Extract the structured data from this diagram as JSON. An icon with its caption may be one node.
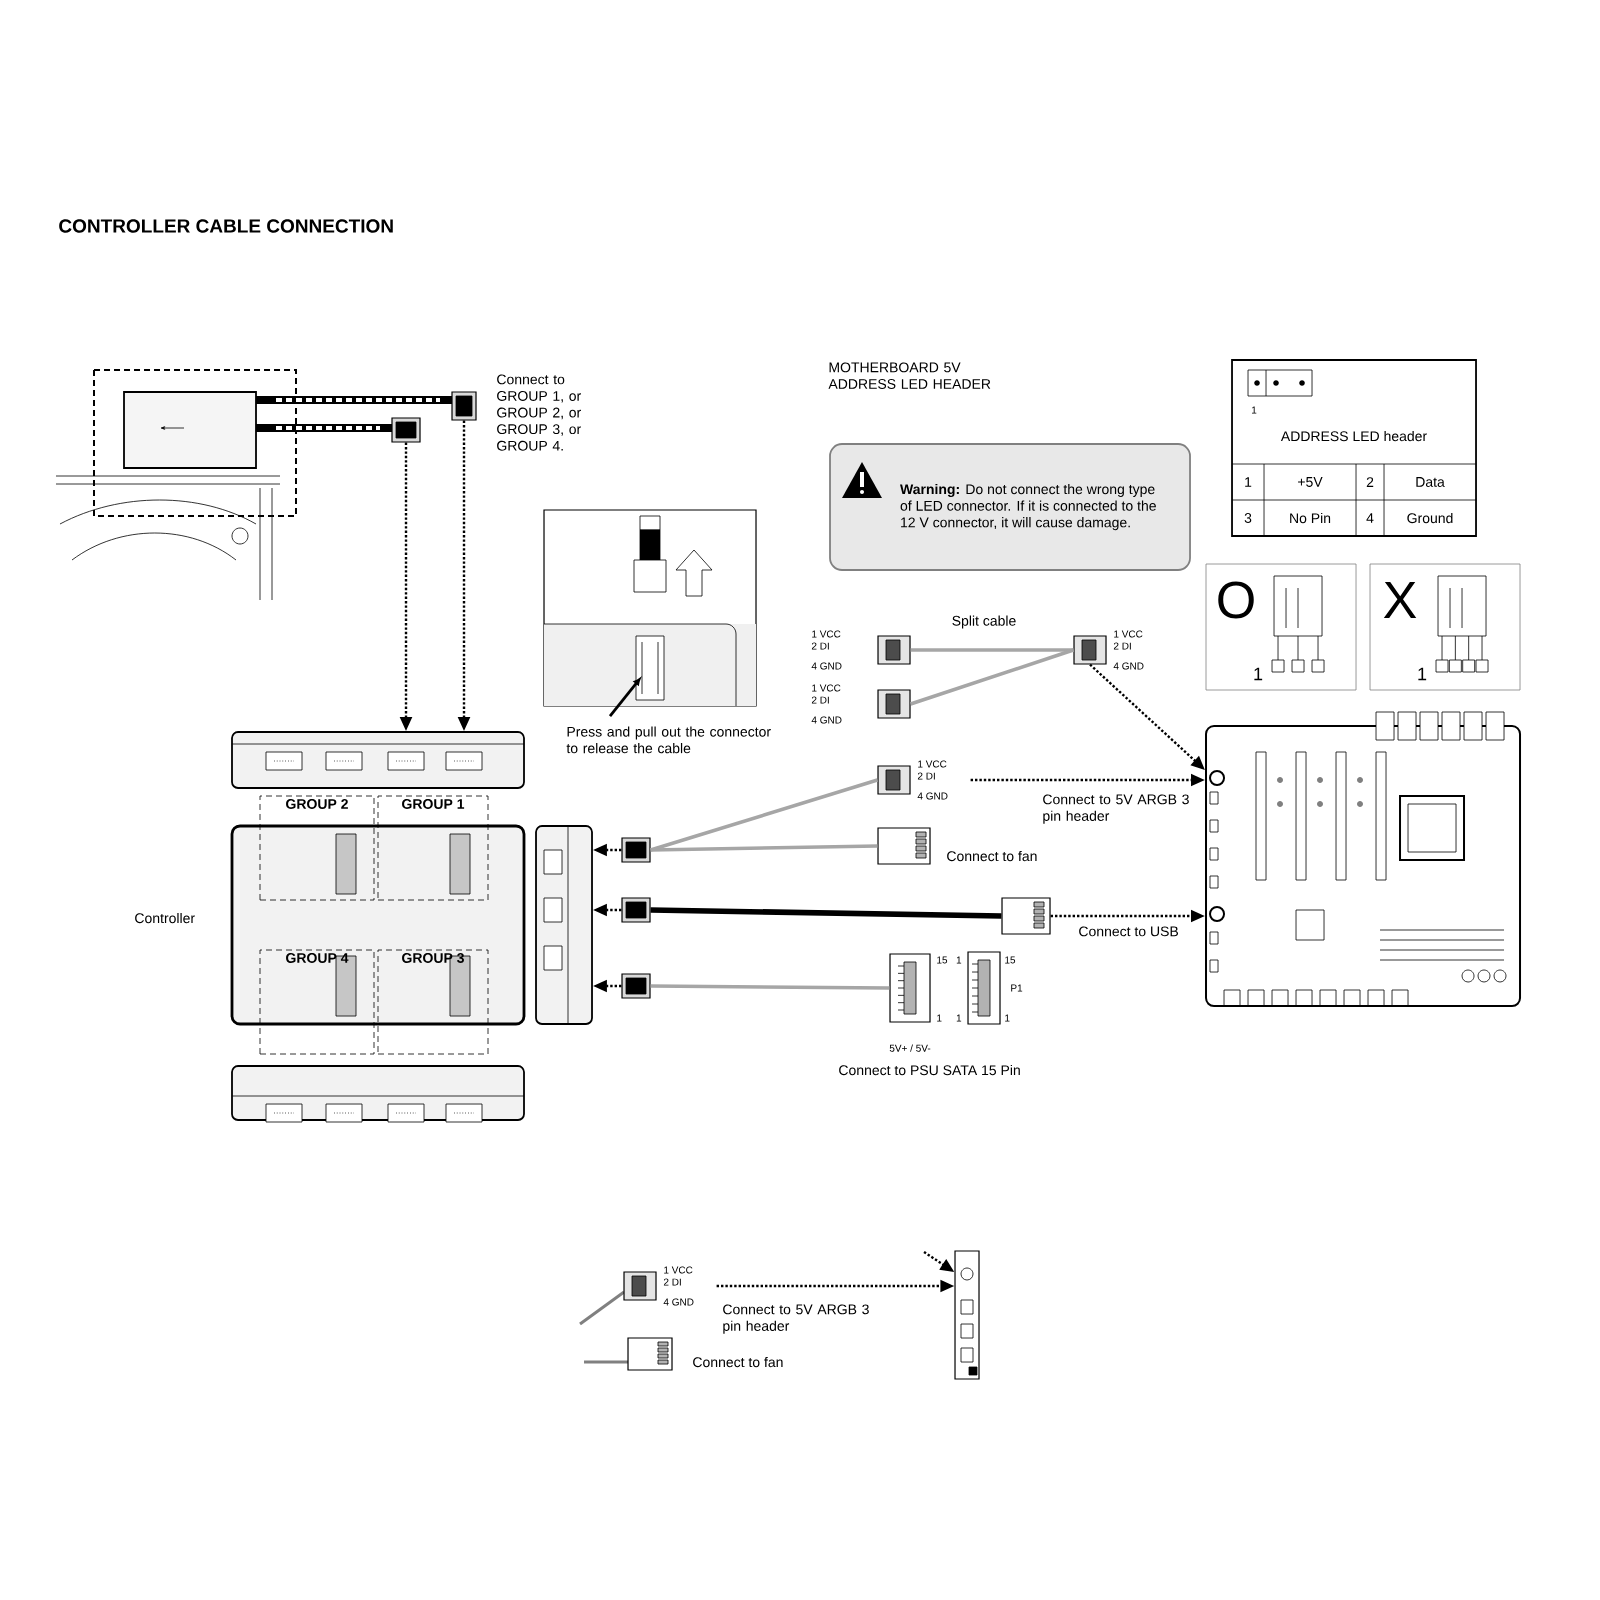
{
  "diagram": {
    "title": "CONTROLLER CABLE CONNECTION",
    "nodes": [
      {
        "text": [],
        "shape": "picture",
        "beside": [
          "Connect to GROUP 1, or GROUP 2, or GROUP 3, or GROUP 4."
        ]
      },
      {
        "text": [],
        "shape": "picture"
      },
      {
        "text": [],
        "shape": "box"
      },
      {
        "text": [],
        "shape": "box",
        "beside": [
          "Controller"
        ]
      },
      {
        "text": [
          "GROUP 2"
        ]
      },
      {
        "text": [
          "GROUP 1"
        ]
      },
      {
        "text": [
          "GROUP 4"
        ]
      },
      {
        "text": [
          "GROUP 3"
        ]
      },
      {
        "text": [],
        "shape": "box"
      },
      {
        "text": [],
        "shape": "box"
      },
      {
        "text": [],
        "shape": "picture"
      },
      {
        "text": [],
        "shape": "picture"
      },
      {
        "text": [],
        "shape": "picture"
      },
      {
        "text": [],
        "shape": "picture",
        "beside": [
          "Press and pull out the connector to release the cable"
        ]
      },
      {
        "text": [
          "**Warning:** Do not connect the wrong type of LED connector. If it is connected to the 12 V connector, it will cause damage."
        ]
      },
      {
        "text": [
          "ADDRESS LED header"
        ]
      },
      {
        "text": [
          "O",
          "1"
        ]
      },
      {
        "text": [
          "X",
          "1"
        ]
      },
      {
        "text": [],
        "shape": "picture",
        "beside": [
          "1 VCC",
          "2 DI",
          "4 GND"
        ]
      },
      {
        "text": [],
        "shape": "picture",
        "beside": [
          "1 VCC",
          "2 DI",
          "4 GND"
        ]
      },
      {
        "text": [],
        "shape": "picture",
        "beside": [
          "1 VCC",
          "2 DI",
          "4 GND"
        ]
      },
      {
        "text": [],
        "shape": "picture",
        "beside": [
          "1 VCC",
          "2 DI",
          "4 GND"
        ]
      },
      {
        "text": [],
        "shape": "picture",
        "beside": [
          "Connect to fan"
        ]
      },
      {
        "text": [],
        "shape": "picture"
      },
      {
        "text": [],
        "shape": "picture",
        "beside": [
          "15",
          "1",
          "5V+ / 5V-"
        ]
      },
      {
        "text": [],
        "shape": "picture",
        "beside": [
          "1",
          "15",
          "1",
          "1",
          "P1"
        ]
      },
      {
        "text": [],
        "shape": "picture"
      },
      {
        "text": [],
        "shape": "picture",
        "beside": [
          "1 VCC",
          "2 DI",
          "4 GND"
        ]
      },
      {
        "text": [],
        "shape": "picture",
        "beside": [
          "Connect to fan"
        ]
      },
      {
        "text": [],
        "shape": "picture"
      }
    ],
    "edges": [
      {
        "from": 0,
        "to": 2,
        "arrow": "to",
        "style": "dashed"
      },
      {
        "from": 1,
        "to": 2,
        "arrow": "to",
        "style": "dashed"
      },
      {
        "from": 10,
        "to": 9,
        "arrow": "to",
        "style": "dashed"
      },
      {
        "from": 11,
        "to": 9,
        "arrow": "to",
        "style": "dashed"
      },
      {
        "from": 12,
        "to": 9,
        "arrow": "to",
        "style": "dashed"
      },
      {
        "from": 10,
        "to": 21,
        "arrow": "none",
        "color": "#a6a6a6"
      },
      {
        "from": 10,
        "to": 22,
        "arrow": "none",
        "color": "#a6a6a6"
      },
      {
        "from": 11,
        "to": 23,
        "arrow": "none",
        "style": "thick"
      },
      {
        "from": 12,
        "to": 24,
        "arrow": "none",
        "color": "#a6a6a6"
      },
      {
        "from": 18,
        "to": 20,
        "arrow": "none",
        "color": "#a6a6a6",
        "label": "Split cable"
      },
      {
        "from": 19,
        "to": 20,
        "arrow": "none",
        "color": "#a6a6a6"
      },
      {
        "from": 20,
        "to": 26,
        "arrow": "to",
        "style": "dashed"
      },
      {
        "from": 21,
        "to": 26,
        "arrow": "to",
        "style": "dashed",
        "label": "Connect to 5V ARGB 3 pin header"
      },
      {
        "from": 23,
        "to": 26,
        "arrow": "to",
        "style": "dashed",
        "label": "Connect to USB"
      },
      {
        "from": 27,
        "to": 29,
        "arrow": "to",
        "style": "dashed",
        "label": "Connect to 5V ARGB 3 pin header"
      },
      {
        "from": null,
        "to": 29,
        "arrow": "to",
        "style": "dashed"
      }
    ],
    "labels": [
      "MOTHERBOARD 5V ADDRESS LED HEADER",
      "1",
      "1",
      "+5V",
      "2",
      "Data",
      "3",
      "No Pin",
      "4",
      "Ground",
      "Connect to PSU SATA 15 Pin"
    ]
  }
}
